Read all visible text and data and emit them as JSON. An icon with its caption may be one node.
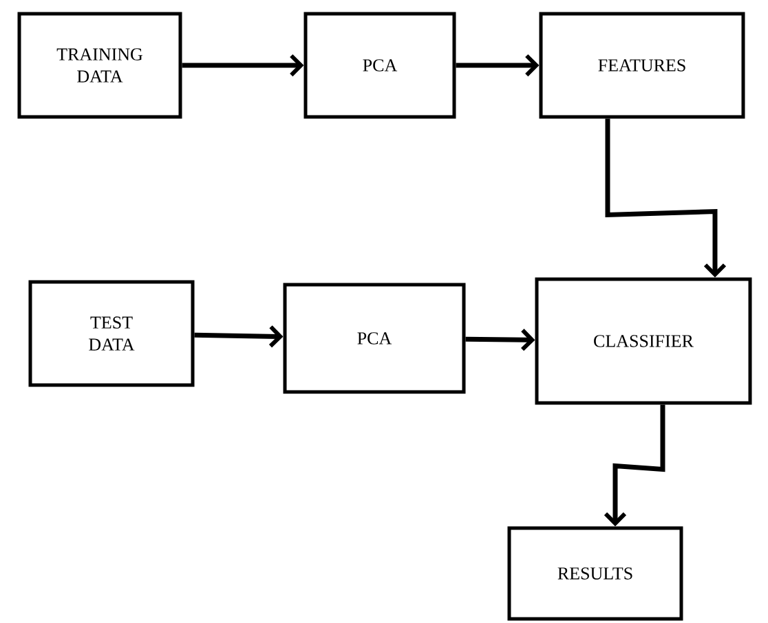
{
  "diagram": {
    "nodes": [
      {
        "text": [
          "TRAINING DATA"
        ]
      },
      {
        "text": [
          "PCA"
        ]
      },
      {
        "text": [
          "FEATURES"
        ]
      },
      {
        "text": [
          "TEST DATA"
        ]
      },
      {
        "text": [
          "PCA"
        ]
      },
      {
        "text": [
          "CLASSIFIER"
        ]
      },
      {
        "text": [
          "RESULTS"
        ]
      }
    ],
    "edges": [
      {
        "from": 0,
        "to": 1,
        "arrow": "to"
      },
      {
        "from": 1,
        "to": 2,
        "arrow": "to"
      },
      {
        "from": 2,
        "to": 5,
        "arrow": "to"
      },
      {
        "from": 3,
        "to": 4,
        "arrow": "to"
      },
      {
        "from": 4,
        "to": 5,
        "arrow": "to"
      },
      {
        "from": 5,
        "to": 6,
        "arrow": "to"
      }
    ]
  }
}
